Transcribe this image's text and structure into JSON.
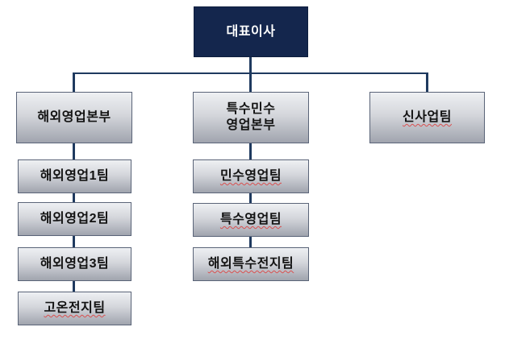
{
  "org": {
    "root": {
      "label": "대표이사"
    },
    "branches": [
      {
        "label": "해외영업본부",
        "children": [
          {
            "label": "해외영업1팀"
          },
          {
            "label": "해외영업2팀"
          },
          {
            "label": "해외영업3팀"
          },
          {
            "label": "고온전지팀",
            "spellcheck_underline": true
          }
        ]
      },
      {
        "label": "특수민수\n영업본부",
        "children": [
          {
            "label": "민수영업팀",
            "spellcheck_underline": true
          },
          {
            "label": "특수영업팀",
            "spellcheck_underline": true
          },
          {
            "label": "해외특수전지팀",
            "spellcheck_underline": true
          }
        ]
      },
      {
        "label": "신사업팀",
        "spellcheck_underline": true,
        "children": []
      }
    ]
  },
  "colors": {
    "background": "#ffffff",
    "root_fill": "#14264d",
    "root_text": "#ffffff",
    "node_gradient_top": "#eef0f3",
    "node_gradient_bottom": "#a0a4ae",
    "node_border": "#5a6478",
    "node_text": "#121212",
    "connector": "#1f3a5f",
    "spellcheck_underline": "#d94f4f"
  }
}
